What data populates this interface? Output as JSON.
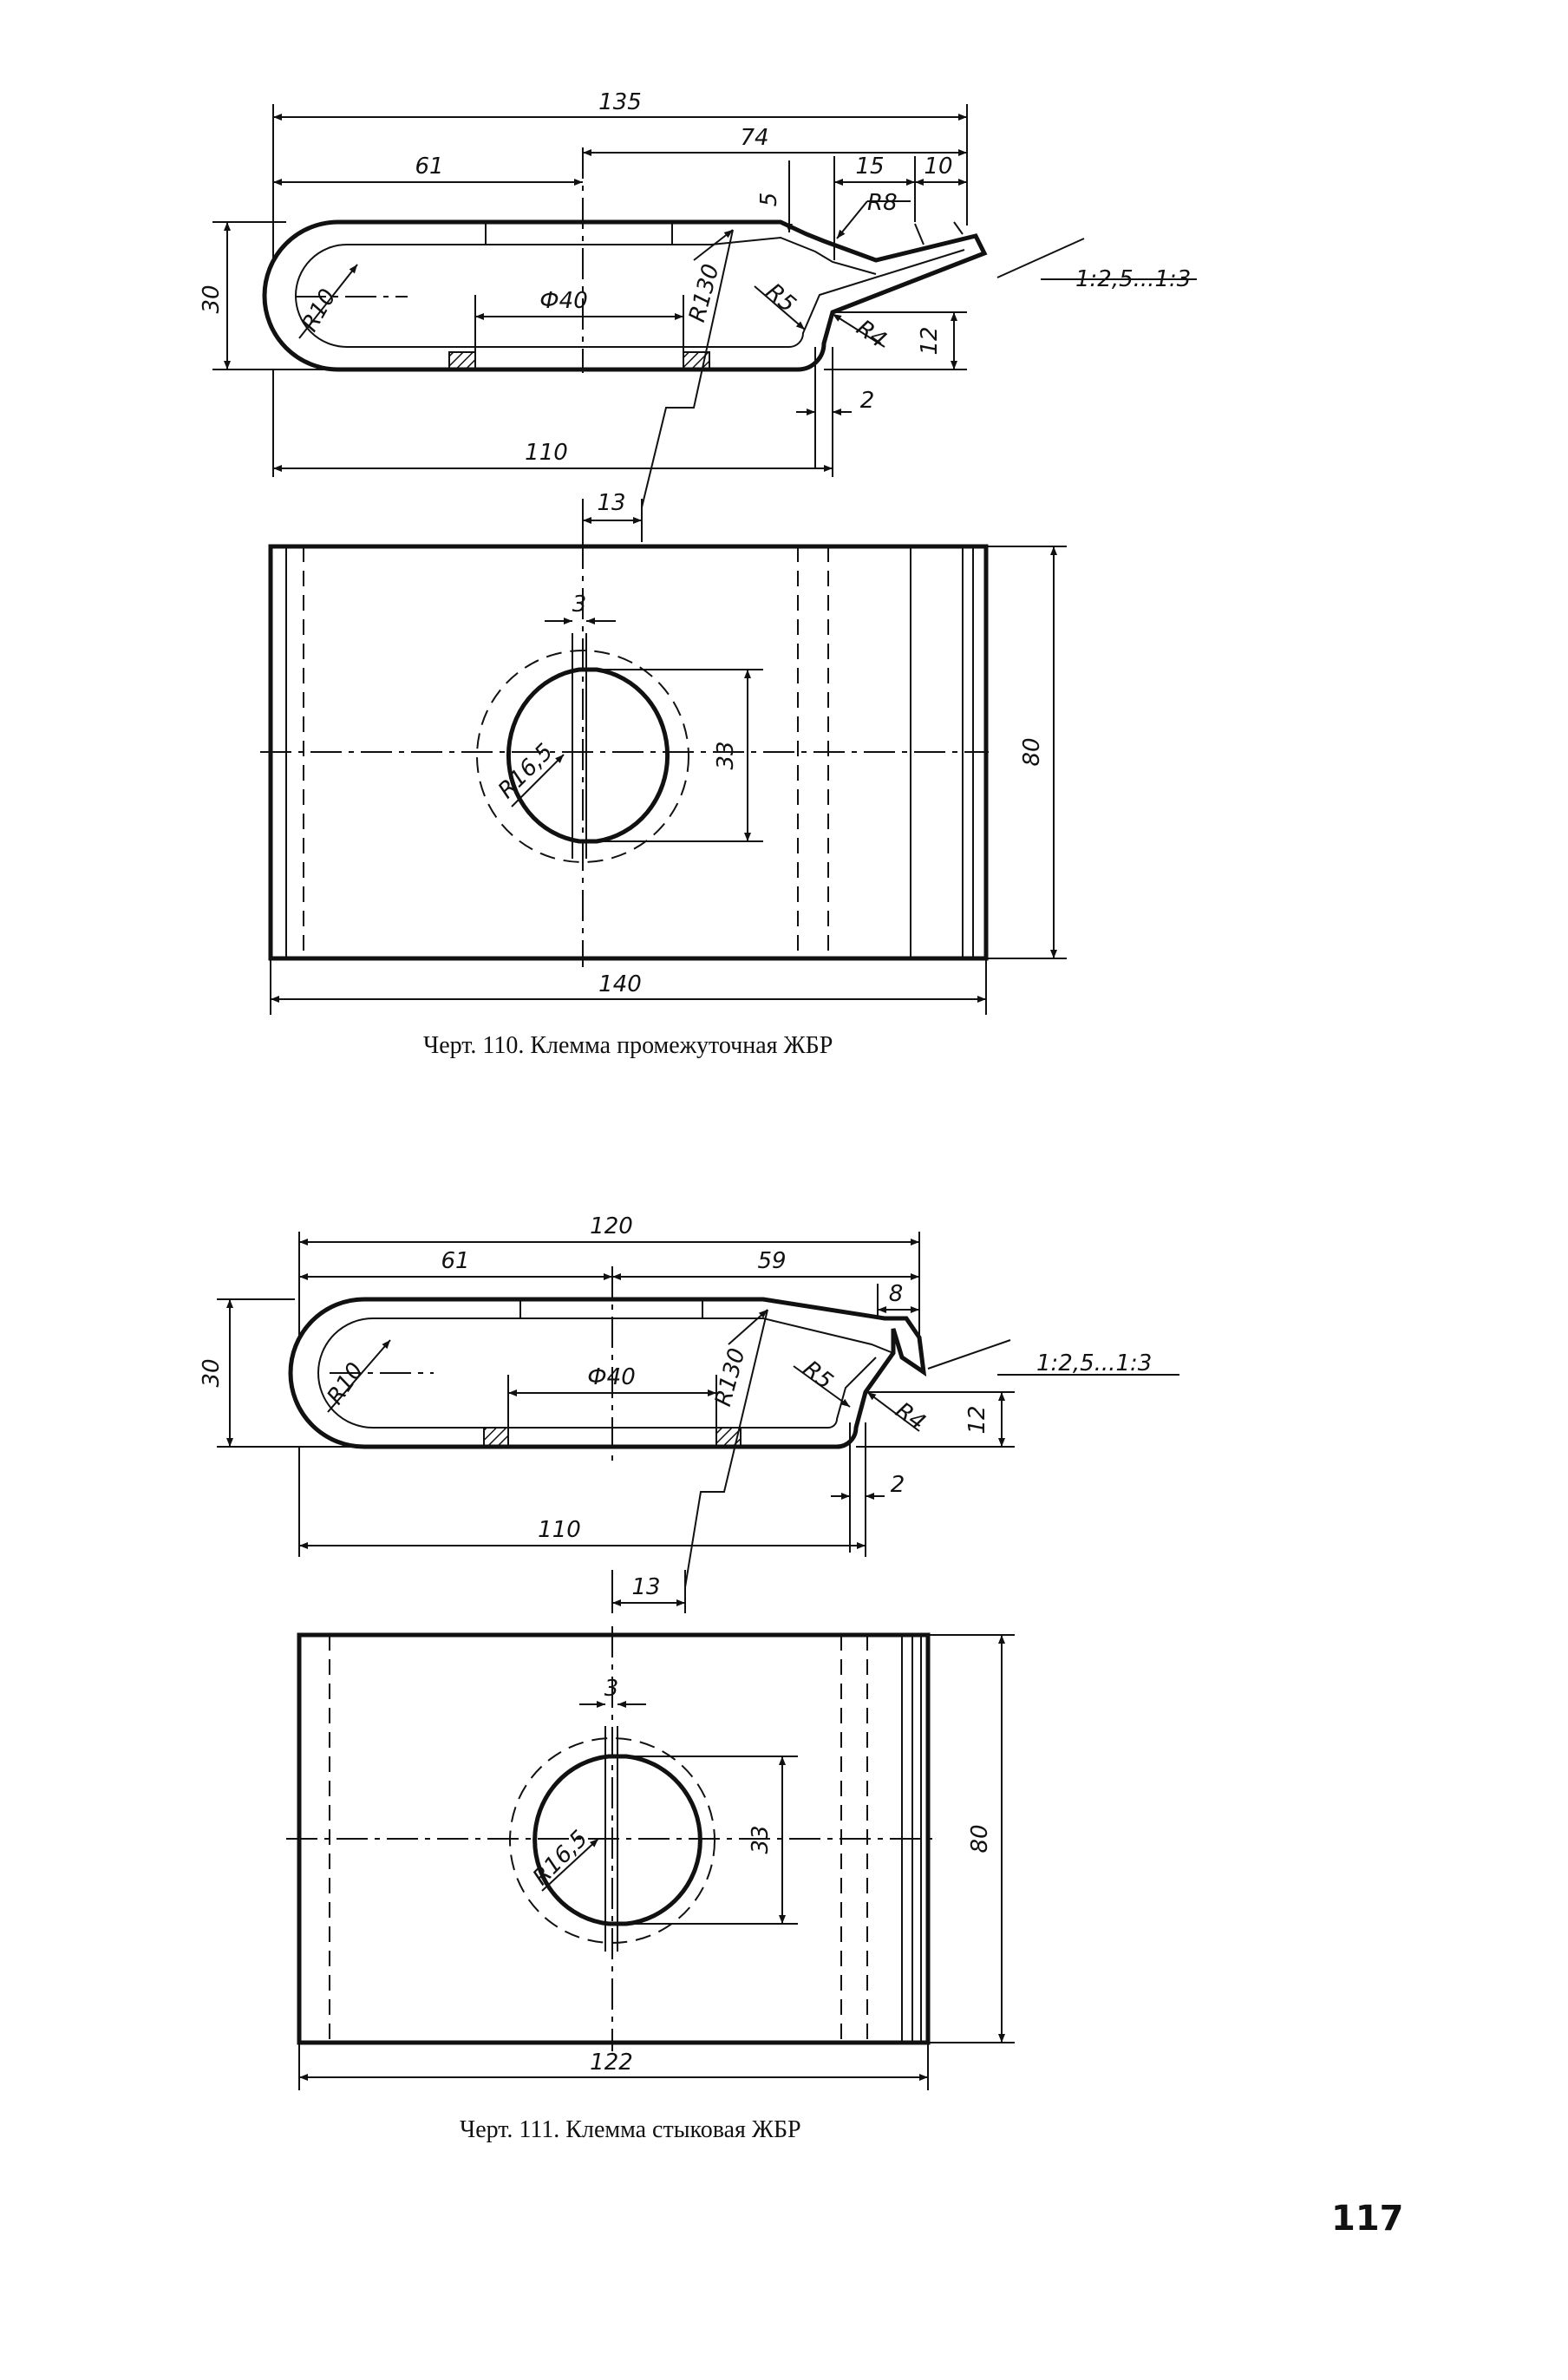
{
  "figure1": {
    "caption": "Черт. 110. Клемма промежуточная ЖБР",
    "side_dims": {
      "d135": "135",
      "d74": "74",
      "d61": "61",
      "d15": "15",
      "d10": "10",
      "d5": "5",
      "r8": "R8",
      "d30": "30",
      "r10": "R10",
      "phi40": "Ф40",
      "r130": "R130",
      "r5": "R5",
      "r4": "R4",
      "d12": "12",
      "d2": "2",
      "d110": "110",
      "d13": "13",
      "slope": "1:2,5...1:3"
    },
    "plan_dims": {
      "d3": "3",
      "r165": "R16,5",
      "d33": "33",
      "d80": "80",
      "d140": "140"
    }
  },
  "figure2": {
    "caption": "Черт. 111. Клемма стыковая ЖБР",
    "side_dims": {
      "d120": "120",
      "d61": "61",
      "d59": "59",
      "d8": "8",
      "d30": "30",
      "r10": "R10",
      "phi40": "Ф40",
      "r130": "R130",
      "r5": "R5",
      "r4": "R4",
      "d12": "12",
      "d2": "2",
      "d110": "110",
      "d13": "13",
      "slope": "1:2,5...1:3"
    },
    "plan_dims": {
      "d3": "3",
      "r165": "R16,5",
      "d33": "33",
      "d80": "80",
      "d122": "122"
    }
  },
  "page_number": "117"
}
